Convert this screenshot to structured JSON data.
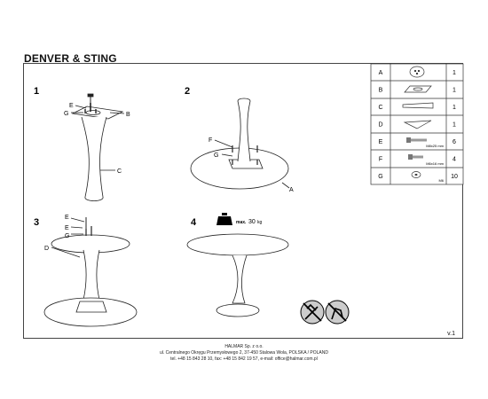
{
  "header": {
    "title": "DENVER & STING"
  },
  "steps": [
    "1",
    "2",
    "3",
    "4"
  ],
  "parts_list": [
    {
      "letter": "A",
      "qty": "1",
      "icon": "tabletop-icon",
      "spec": ""
    },
    {
      "letter": "B",
      "qty": "1",
      "icon": "mounting-plate-icon",
      "spec": ""
    },
    {
      "letter": "C",
      "qty": "1",
      "icon": "column-icon",
      "spec": ""
    },
    {
      "letter": "D",
      "qty": "1",
      "icon": "base-icon",
      "spec": ""
    },
    {
      "letter": "E",
      "qty": "6",
      "icon": "bolt-long-icon",
      "spec": "M8x25 mm"
    },
    {
      "letter": "F",
      "qty": "4",
      "icon": "bolt-short-icon",
      "spec": "M6x16 mm"
    },
    {
      "letter": "G",
      "qty": "10",
      "icon": "washer-icon",
      "spec": "M6"
    }
  ],
  "callouts": {
    "step1": [
      "E",
      "G",
      "B",
      "C"
    ],
    "step2": [
      "F",
      "G",
      "A"
    ],
    "step3": [
      "E",
      "G",
      "D"
    ]
  },
  "max_load": {
    "prefix": "max.",
    "value": "30",
    "unit": "kg"
  },
  "version": "v.1",
  "footer": {
    "company": "HALMAR Sp. z o.o.",
    "address": "ul. Centralnego Okręgu Przemysłowego 2, 37-450 Stalowa Wola, POLSKA / POLAND",
    "contact": "tel. +48 15 843 28 10, fax: +48 15 842 19 57, e-mail: office@halmar.com.pl"
  },
  "colors": {
    "line": "#222222",
    "accent": "#000000",
    "paper": "#ffffff"
  }
}
